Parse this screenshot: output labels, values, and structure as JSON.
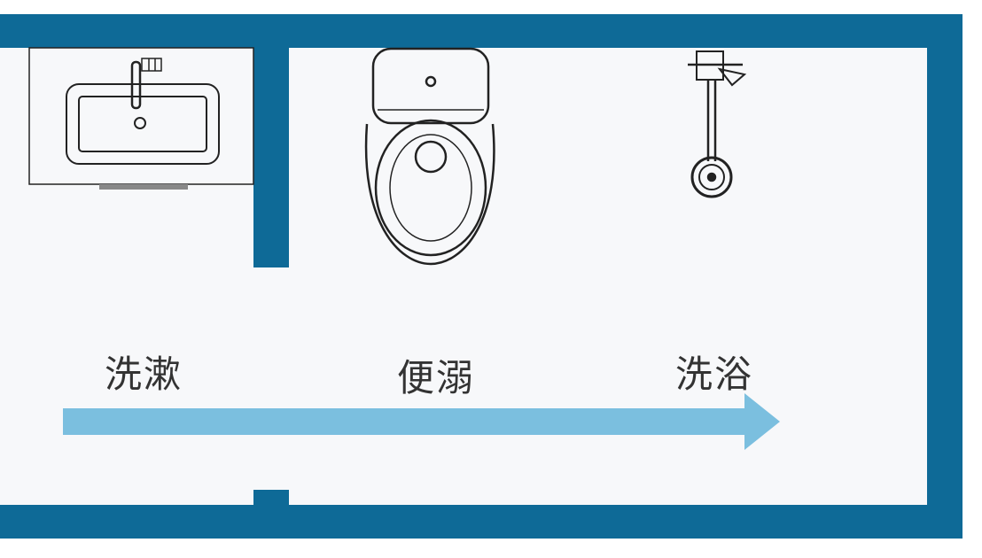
{
  "colors": {
    "wall": "#0e6a97",
    "floor": "#f7f8fa",
    "fixture_line": "#222222",
    "flow_arrow": "#7bbfdf",
    "label_text": "#333333"
  },
  "zones": [
    {
      "id": "wash",
      "label": "洗漱",
      "icon": "sink-icon"
    },
    {
      "id": "toilet",
      "label": "便溺",
      "icon": "toilet-icon"
    },
    {
      "id": "shower",
      "label": "洗浴",
      "icon": "shower-icon"
    }
  ],
  "flow": {
    "icon": "flow-arrow-icon",
    "direction": "left-to-right"
  }
}
